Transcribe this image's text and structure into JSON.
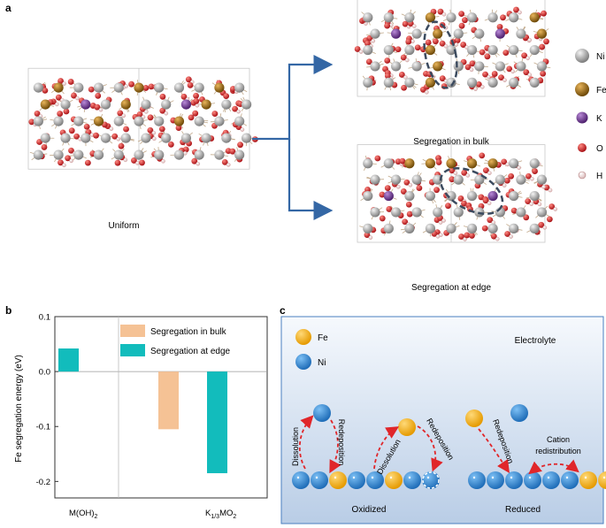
{
  "panel_a": {
    "label": "a",
    "structure_captions": {
      "uniform": "Uniform",
      "bulk": "Segregation in bulk",
      "edge": "Segregation at edge"
    },
    "legend": [
      {
        "label": "Ni",
        "color": "#a8a8a8"
      },
      {
        "label": "Fe",
        "color": "#a8761c"
      },
      {
        "label": "K",
        "color": "#7b3fa0"
      },
      {
        "label": "O",
        "color": "#d6262a"
      },
      {
        "label": "H",
        "color": "#f1dede"
      }
    ]
  },
  "panel_b": {
    "label": "b",
    "chart_data": {
      "type": "bar",
      "ylabel": "Fe segregation energy (eV)",
      "ylim": [
        -0.23,
        0.1
      ],
      "yticks": [
        0.1,
        0.0,
        -0.1,
        -0.2
      ],
      "ytick_labels": [
        "0.1",
        "0.0",
        "-0.1",
        "-0.2"
      ],
      "categories": [
        "M(OH)2",
        "K1/3MO2"
      ],
      "legend_position": "top-right",
      "series": [
        {
          "name": "Segregation in bulk",
          "color": "#f5c295",
          "values": [
            null,
            -0.105
          ]
        },
        {
          "name": "Segregation at edge",
          "color": "#12bcbc",
          "values": [
            0.042,
            -0.185
          ]
        }
      ]
    }
  },
  "panel_c": {
    "label": "c",
    "legend": [
      {
        "label": "Fe",
        "color": "#f7b32b"
      },
      {
        "label": "Ni",
        "color": "#3b8fd6"
      }
    ],
    "electrolyte_label": "Electrolyte",
    "oxidized_label": "Oxidized",
    "reduced_label": "Reduced",
    "arrow_labels": {
      "dissolution_1": "Dissolution",
      "redeposition_1": "Redeposition",
      "dissolution_2": "Dissolution",
      "redeposition_2": "Redeposition",
      "redeposition_3": "Redeposition",
      "cation_line1": "Cation",
      "cation_line2": "redistribution"
    }
  }
}
